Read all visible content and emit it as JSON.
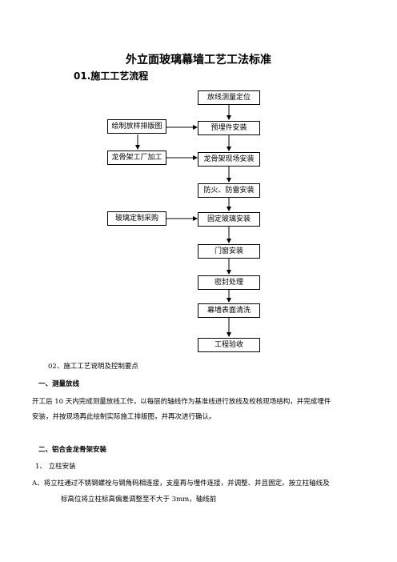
{
  "doc": {
    "title": "外立面玻璃幕墙工艺工法标准",
    "subtitle": "01.施工工艺流程",
    "flow": {
      "main": [
        "放线测量定位",
        "预埋件安装",
        "龙骨架现场安装",
        "防火、防雷安装",
        "固定玻璃安装",
        "门窗安装",
        "密封处理",
        "幕墙表面清洗",
        "工程验收"
      ],
      "side": [
        "绘制放样排版图",
        "龙骨架工厂加工",
        "玻璃定制采购"
      ]
    },
    "section2_heading": "02、施工工艺说明及控制要点",
    "s1_heading": "一、测量放线",
    "s1_line1": "开工后 10 天内完成测量放线工作，以每层的轴线作为基准线进行放线及校核现场结构，并完成埋件",
    "s1_line2": "安装，并按现场再此绘制实际施工排版图，并再次进行确认。",
    "s2_heading": "二、铝合金龙骨架安装",
    "s2_item1": "1、  立柱安装",
    "s2_a_line1": "A、将立柱通过不锈钢螺栓与钢角码相连接，支座再与埋件连接，并调整、并且固定。按立柱轴线及",
    "s2_a_line2": "标高位将立柱标高偏差调整至不大于 3mm，轴线前"
  }
}
